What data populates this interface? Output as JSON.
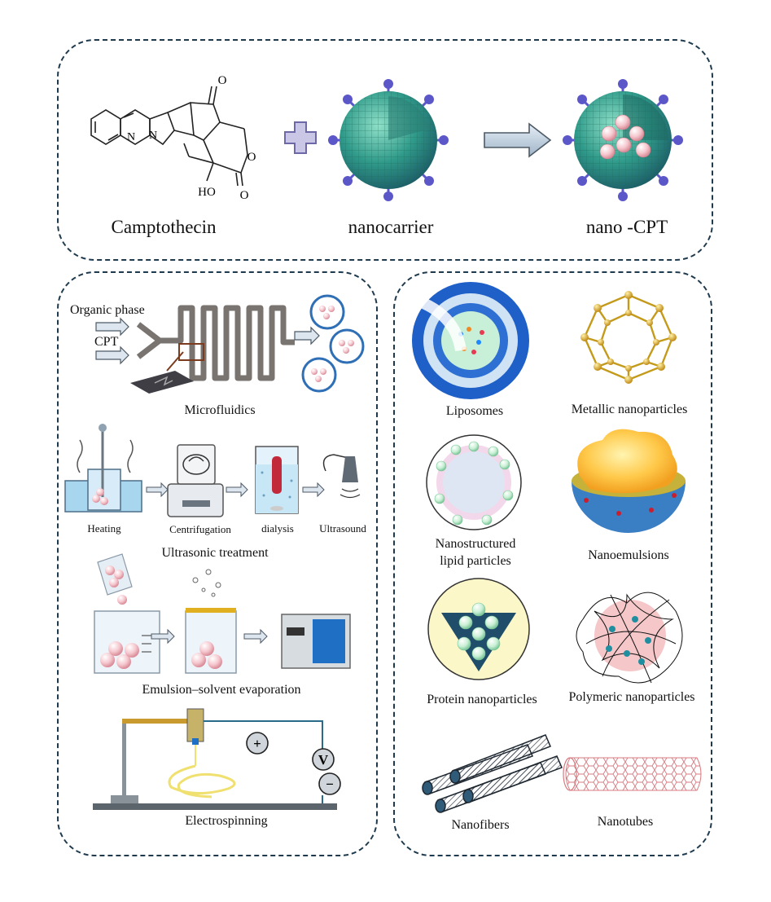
{
  "top": {
    "drug_label": "Camptothecin",
    "carrier_label": "nanocarrier",
    "product_label": "nano -CPT",
    "atom_n1": "N",
    "atom_n2": "N",
    "atom_o1": "O",
    "atom_o2": "O",
    "atom_o3": "O",
    "atom_ho": "HO"
  },
  "methods": {
    "microfluidics": {
      "input_organic": "Organic phase",
      "input_cpt": "CPT",
      "label": "Microfluidics"
    },
    "ultrasonic": {
      "step_heating": "Heating",
      "step_centrifugation": "Centrifugation",
      "step_dialysis": "dialysis",
      "step_ultrasound": "Ultrasound",
      "label": "Ultrasonic treatment"
    },
    "emulsion": {
      "label": "Emulsion–solvent evaporation"
    },
    "electrospinning": {
      "plus": "+",
      "minus": "−",
      "voltage": "V",
      "label": "Electrospinning"
    }
  },
  "carriers": {
    "liposomes": "Liposomes",
    "metallic": "Metallic nanoparticles",
    "nlp_line1": "Nanostructured",
    "nlp_line2": "lipid particles",
    "nanoemulsions": "Nanoemulsions",
    "protein": "Protein nanoparticles",
    "polymeric": "Polymeric nanoparticles",
    "nanofibers": "Nanofibers",
    "nanotubes": "Nanotubes"
  }
}
